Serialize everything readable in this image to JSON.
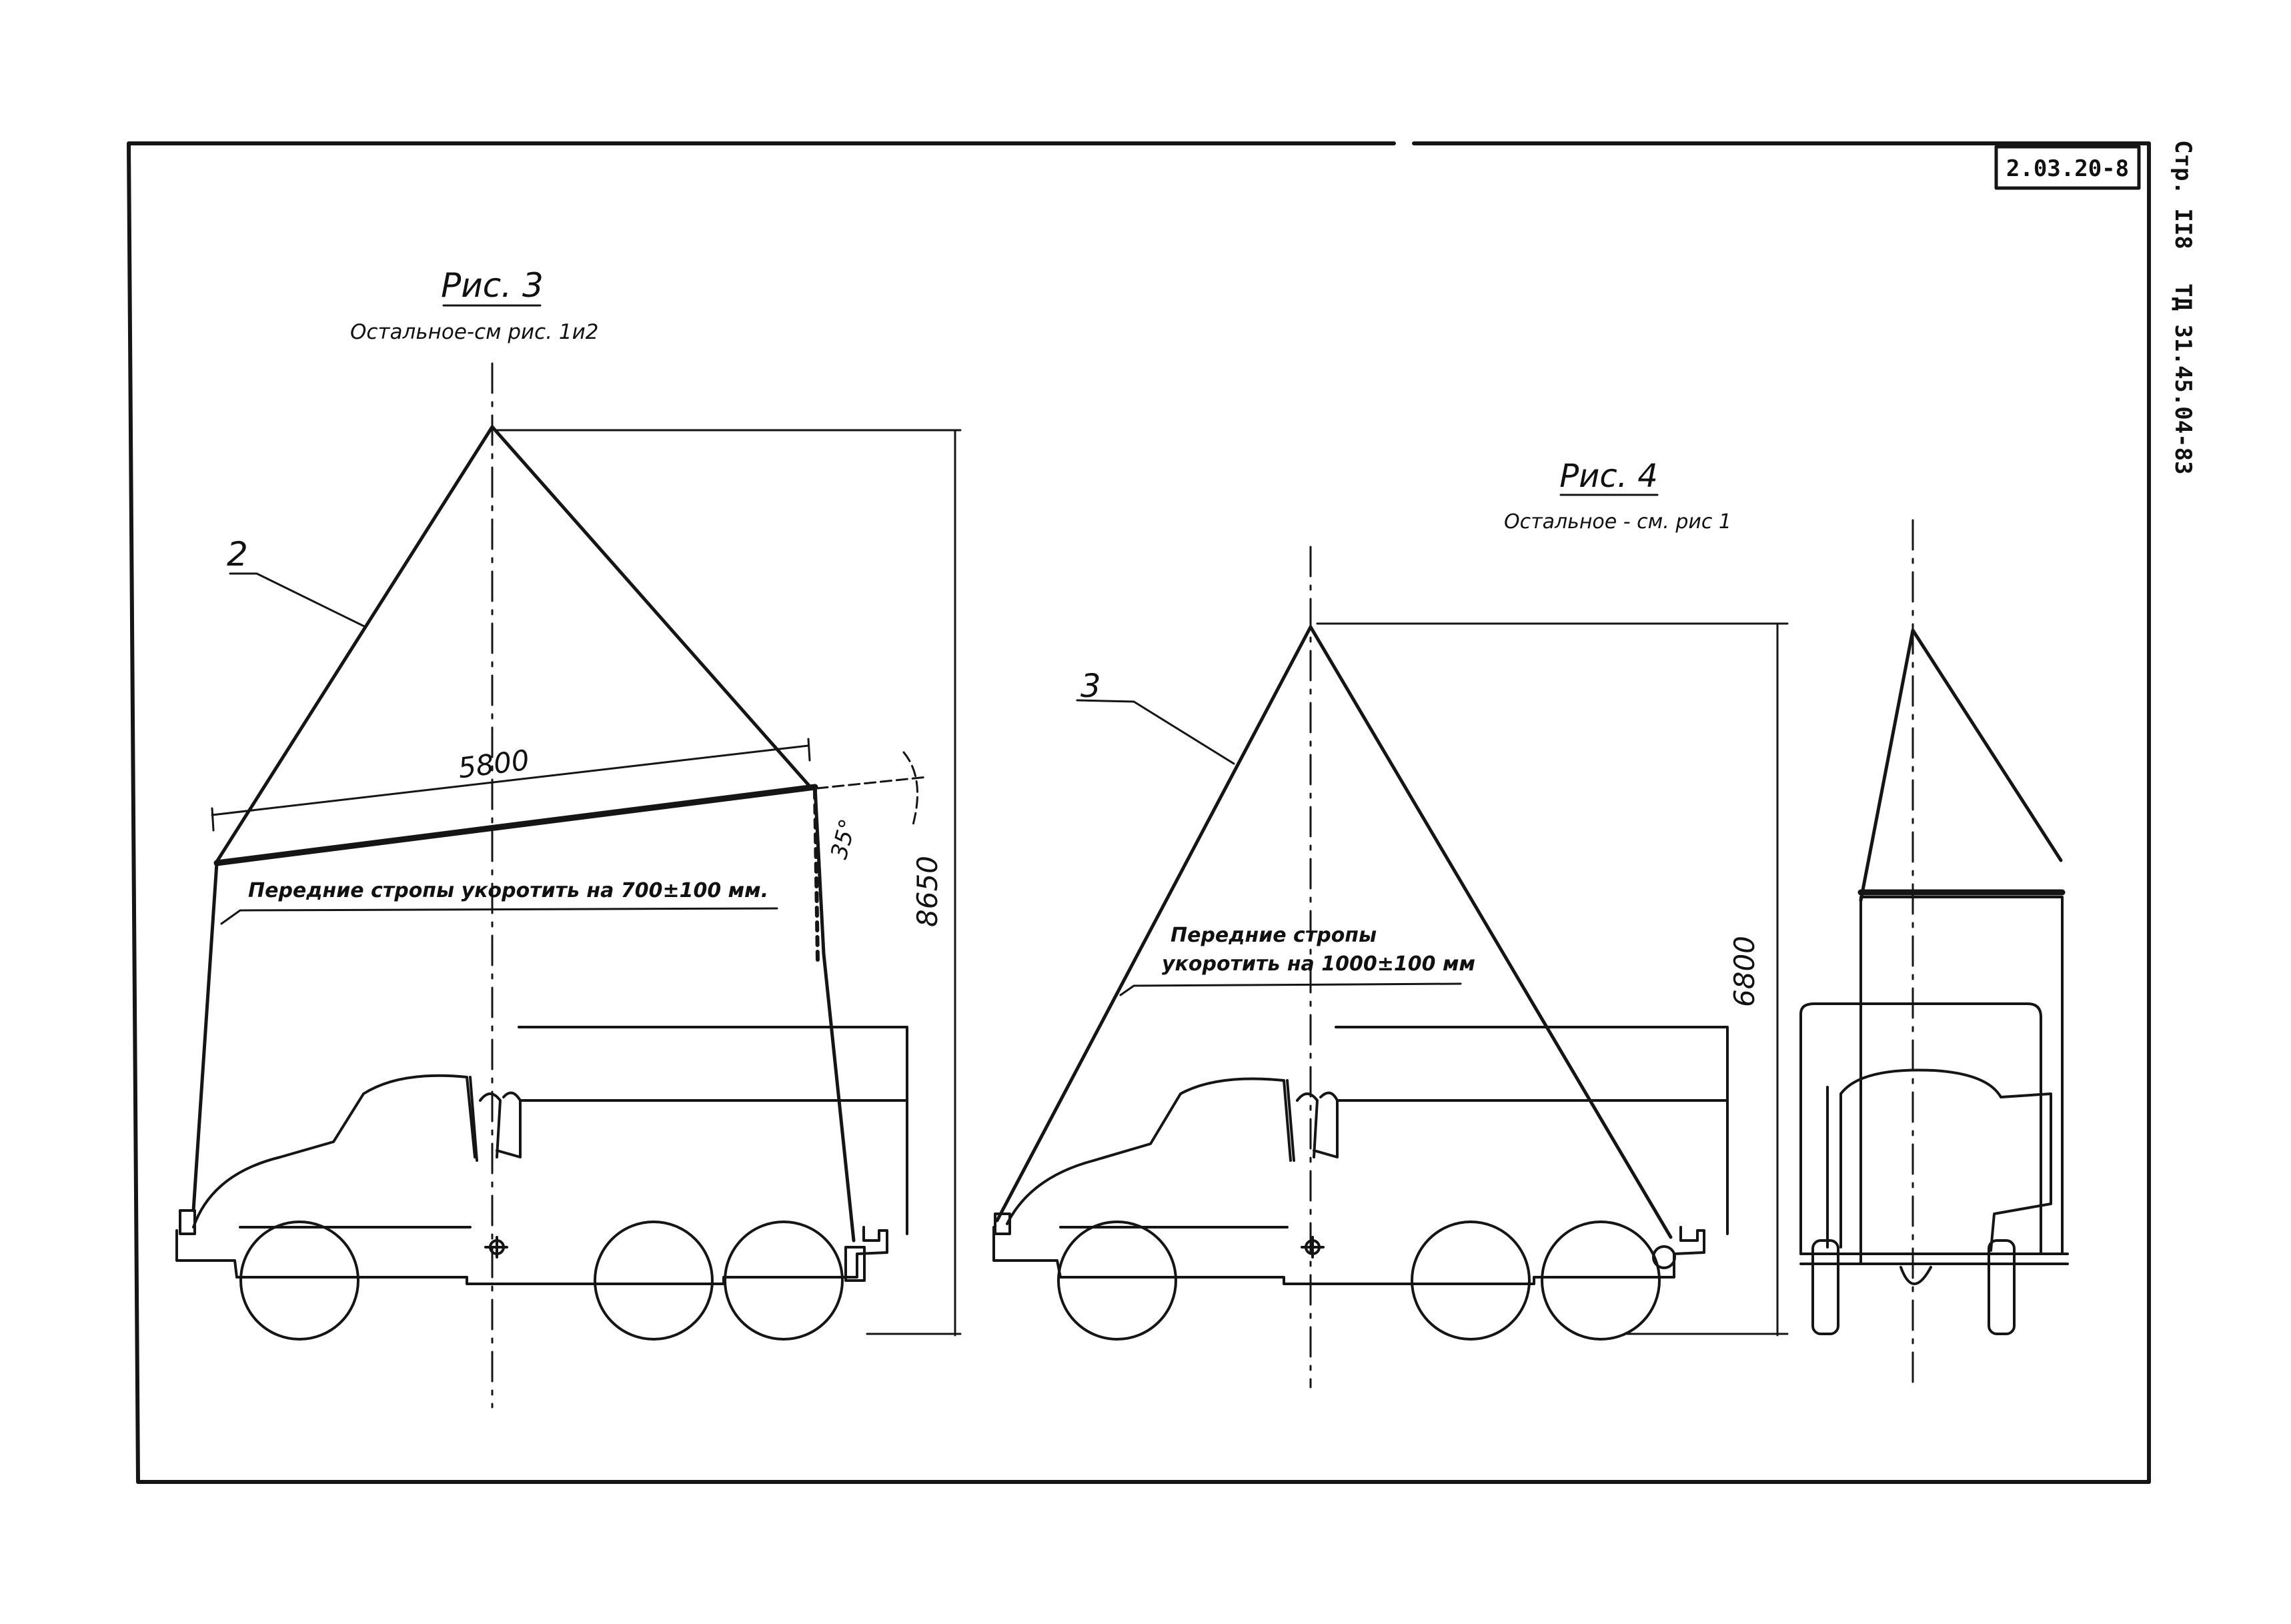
{
  "sheet": {
    "stamp_code": "2.03.20-8",
    "side_label_page": "Стр. II8",
    "side_label_doc": "ТД 31.45.04-83"
  },
  "fig3": {
    "title": "Рис. 3",
    "subtitle": "Остальное-см рис. 1и2",
    "item_number": "2",
    "dim_span": "5800",
    "dim_height": "8650",
    "angle": "35°",
    "note": "Передние стропы укоротить на 700±100 мм."
  },
  "fig4": {
    "title": "Рис. 4",
    "subtitle": "Остальное - см. рис 1",
    "item_number": "3",
    "dim_height": "6800",
    "note_line1": "Передние стропы",
    "note_line2": "укоротить на 1000±100 мм"
  }
}
